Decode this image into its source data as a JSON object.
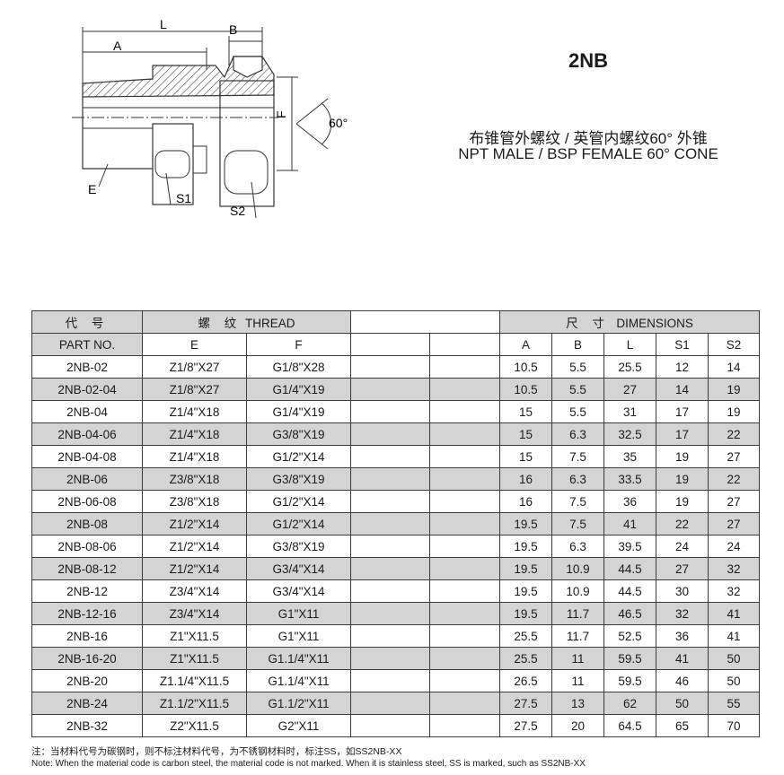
{
  "title": "2NB",
  "description": {
    "cn": "布锥管外螺纹 / 英管内螺纹60° 外锥",
    "en": "NPT MALE / BSP FEMALE 60° CONE"
  },
  "drawing_labels": {
    "L": "L",
    "A": "A",
    "B": "B",
    "F": "F",
    "E": "E",
    "S1": "S1",
    "S2": "S2",
    "angle": "60°"
  },
  "table": {
    "header_code_cn": "代 号",
    "header_part_no": "PART NO.",
    "header_thread_cn": "螺 纹",
    "header_thread_en": "THREAD",
    "header_dim_cn": "尺 寸",
    "header_dim_en": "DIMENSIONS",
    "sub_headers": [
      "E",
      "F",
      "A",
      "B",
      "L",
      "S1",
      "S2"
    ],
    "rows": [
      {
        "part": "2NB-02",
        "e": "Z1/8\"X27",
        "f": "G1/8\"X28",
        "a": "10.5",
        "b": "5.5",
        "l": "25.5",
        "s1": "12",
        "s2": "14"
      },
      {
        "part": "2NB-02-04",
        "e": "Z1/8\"X27",
        "f": "G1/4\"X19",
        "a": "10.5",
        "b": "5.5",
        "l": "27",
        "s1": "14",
        "s2": "19"
      },
      {
        "part": "2NB-04",
        "e": "Z1/4\"X18",
        "f": "G1/4\"X19",
        "a": "15",
        "b": "5.5",
        "l": "31",
        "s1": "17",
        "s2": "19"
      },
      {
        "part": "2NB-04-06",
        "e": "Z1/4\"X18",
        "f": "G3/8\"X19",
        "a": "15",
        "b": "6.3",
        "l": "32.5",
        "s1": "17",
        "s2": "22"
      },
      {
        "part": "2NB-04-08",
        "e": "Z1/4\"X18",
        "f": "G1/2\"X14",
        "a": "15",
        "b": "7.5",
        "l": "35",
        "s1": "19",
        "s2": "27"
      },
      {
        "part": "2NB-06",
        "e": "Z3/8\"X18",
        "f": "G3/8\"X19",
        "a": "16",
        "b": "6.3",
        "l": "33.5",
        "s1": "19",
        "s2": "22"
      },
      {
        "part": "2NB-06-08",
        "e": "Z3/8\"X18",
        "f": "G1/2\"X14",
        "a": "16",
        "b": "7.5",
        "l": "36",
        "s1": "19",
        "s2": "27"
      },
      {
        "part": "2NB-08",
        "e": "Z1/2\"X14",
        "f": "G1/2\"X14",
        "a": "19.5",
        "b": "7.5",
        "l": "41",
        "s1": "22",
        "s2": "27"
      },
      {
        "part": "2NB-08-06",
        "e": "Z1/2\"X14",
        "f": "G3/8\"X19",
        "a": "19.5",
        "b": "6.3",
        "l": "39.5",
        "s1": "24",
        "s2": "24"
      },
      {
        "part": "2NB-08-12",
        "e": "Z1/2\"X14",
        "f": "G3/4\"X14",
        "a": "19.5",
        "b": "10.9",
        "l": "44.5",
        "s1": "27",
        "s2": "32"
      },
      {
        "part": "2NB-12",
        "e": "Z3/4\"X14",
        "f": "G3/4\"X14",
        "a": "19.5",
        "b": "10.9",
        "l": "44.5",
        "s1": "30",
        "s2": "32"
      },
      {
        "part": "2NB-12-16",
        "e": "Z3/4\"X14",
        "f": "G1\"X11",
        "a": "19.5",
        "b": "11.7",
        "l": "46.5",
        "s1": "32",
        "s2": "41"
      },
      {
        "part": "2NB-16",
        "e": "Z1\"X11.5",
        "f": "G1\"X11",
        "a": "25.5",
        "b": "11.7",
        "l": "52.5",
        "s1": "36",
        "s2": "41"
      },
      {
        "part": "2NB-16-20",
        "e": "Z1\"X11.5",
        "f": "G1.1/4\"X11",
        "a": "25.5",
        "b": "11",
        "l": "59.5",
        "s1": "41",
        "s2": "50"
      },
      {
        "part": "2NB-20",
        "e": "Z1.1/4\"X11.5",
        "f": "G1.1/4\"X11",
        "a": "26.5",
        "b": "11",
        "l": "59.5",
        "s1": "46",
        "s2": "50"
      },
      {
        "part": "2NB-24",
        "e": "Z1.1/2\"X11.5",
        "f": "G1.1/2\"X11",
        "a": "27.5",
        "b": "13",
        "l": "62",
        "s1": "50",
        "s2": "55"
      },
      {
        "part": "2NB-32",
        "e": "Z2\"X11.5",
        "f": "G2\"X11",
        "a": "27.5",
        "b": "20",
        "l": "64.5",
        "s1": "65",
        "s2": "70"
      }
    ]
  },
  "notes": {
    "cn": "注：当材料代号为碳钢时，则不标注材料代号，为不锈钢材料时，标注SS，如SS2NB-XX",
    "en": "Note: When the material code is carbon steel, the material code is not marked. When it is stainless steel, SS is marked, such as SS2NB-XX"
  },
  "colors": {
    "header_bg": "#d4d4d4",
    "line": "#3a3a3a"
  }
}
